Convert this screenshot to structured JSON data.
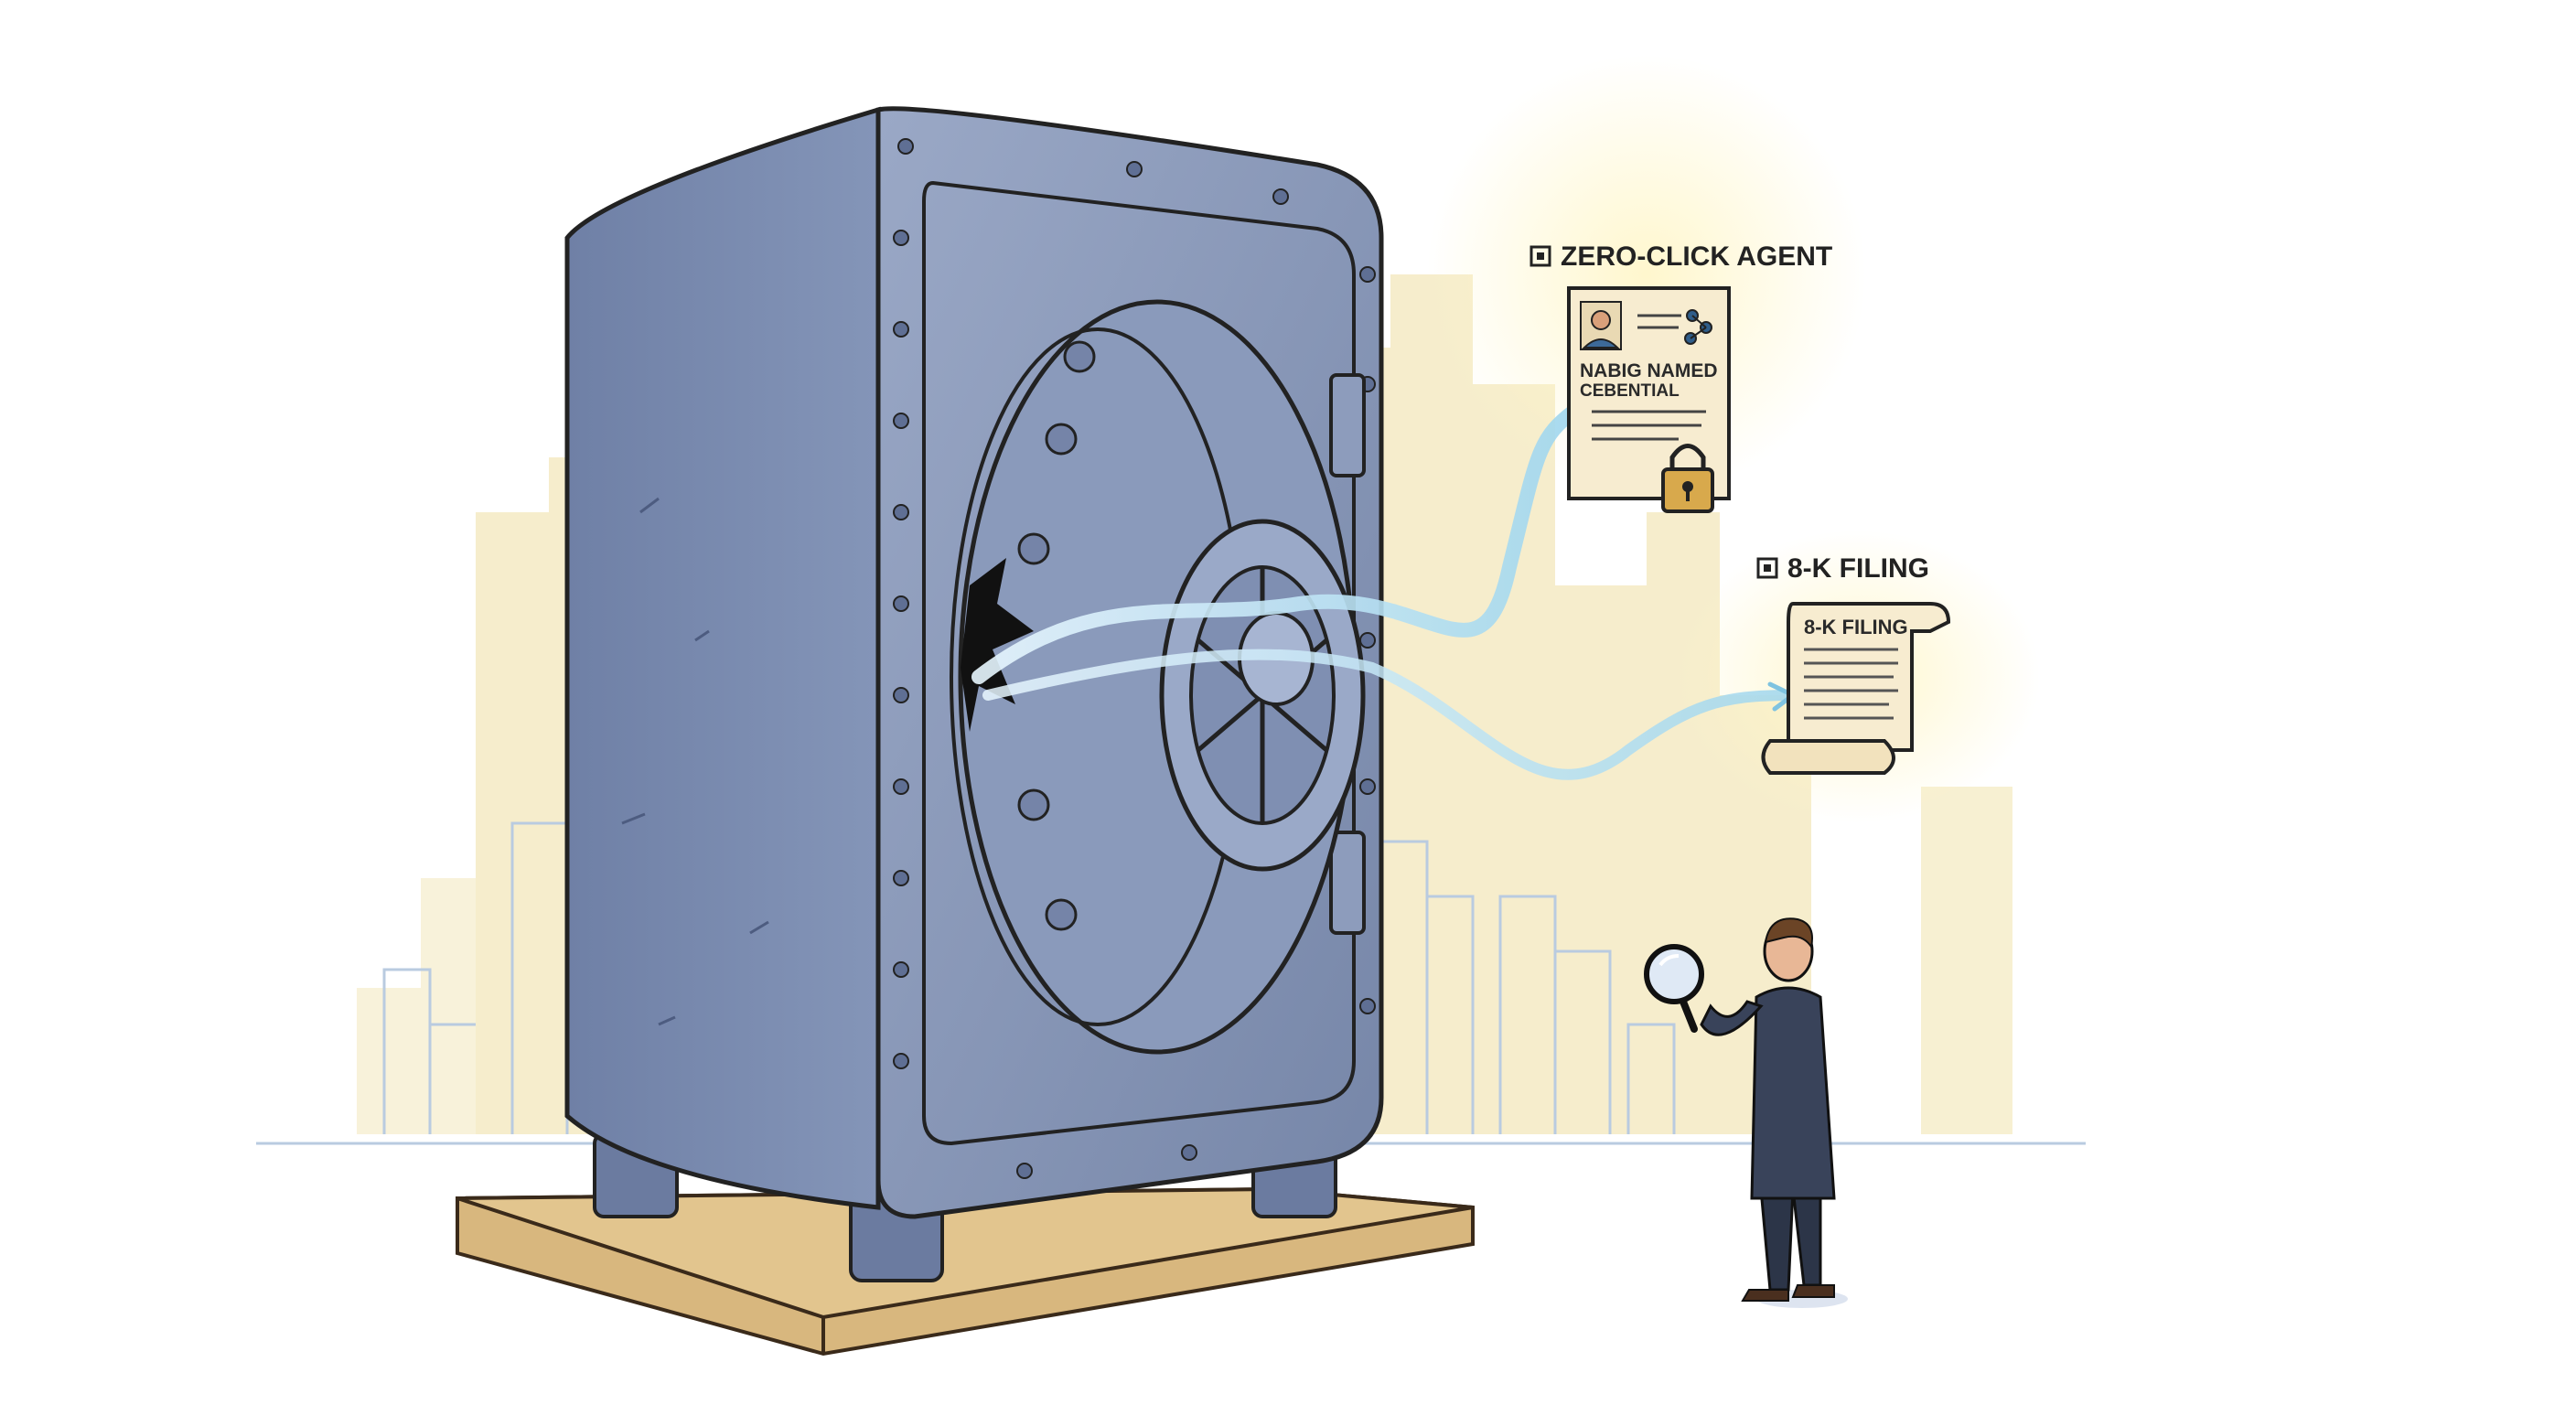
{
  "labels": {
    "agent_tag": "ZERO-CLICK AGENT",
    "filing_tag": "8-K FILING"
  },
  "credential_doc": {
    "line1": "NABIG NAMED",
    "line2": "CEBENTIAL"
  },
  "filing_doc": {
    "title": "8-K FILING"
  },
  "icons": [
    "tag-box-icon",
    "padlock-icon",
    "magnifying-glass-icon",
    "person-avatar-icon",
    "network-nodes-icon"
  ],
  "colors": {
    "safe": "#7f8fb0",
    "skyline": "#f4e9bf",
    "stream": "#a9dcef",
    "pallet": "#d8b77e"
  }
}
